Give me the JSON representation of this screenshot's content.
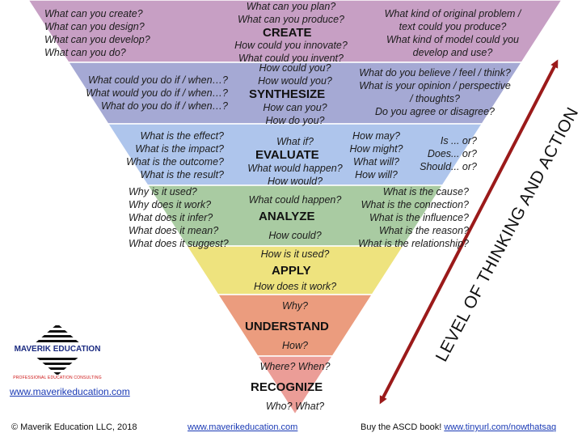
{
  "colors": {
    "create": "#c79fc4",
    "synthesize": "#a5a9d4",
    "evaluate": "#aec5ec",
    "analyze": "#a9cba2",
    "apply": "#eee37e",
    "understand": "#eb9c7e",
    "recognize": "#eb9d97",
    "arrow": "#9b1a1a",
    "link": "#1a3ab5"
  },
  "levels": [
    {
      "id": "create",
      "name": "CREATE",
      "above": [
        "What can you plan?",
        "What can you produce?"
      ],
      "below": [
        "How could you innovate?",
        "What could you invent?"
      ],
      "left": [
        "What can you create?",
        "What can you design?",
        "What can you develop?",
        "What can you do?"
      ],
      "right": [
        "What kind of original problem /",
        "text could you produce?",
        "What kind of model could you",
        "develop and use?"
      ]
    },
    {
      "id": "synthesize",
      "name": "SYNTHESIZE",
      "above": [
        "How could you?",
        "How would you?"
      ],
      "below": [
        "How can you?",
        "How do you?"
      ],
      "left": [
        "What could you do if / when…?",
        "What would you do if / when…?",
        "What do you do if / when…?"
      ],
      "right": [
        "What do you believe / feel / think?",
        "What is your opinion / perspective",
        "/ thoughts?",
        "Do you agree or disagree?"
      ]
    },
    {
      "id": "evaluate",
      "name": "EVALUATE",
      "above": [
        "What if?"
      ],
      "below": [
        "What would happen?",
        "How would?"
      ],
      "left": [
        "What is the effect?",
        "What is the impact?",
        "What is the outcome?",
        "What is the result?"
      ],
      "right": [
        "How may?",
        "How might?",
        "What will?",
        "How will?"
      ],
      "right2": [
        "Is ... or?",
        "Does... or?",
        "Should... or?"
      ]
    },
    {
      "id": "analyze",
      "name": "ANALYZE",
      "above": [
        "What could happen?"
      ],
      "below": [
        "How could?"
      ],
      "left": [
        "Why is it used?",
        "Why does it work?",
        "What does it infer?",
        "What does it mean?",
        "What does it suggest?"
      ],
      "right": [
        "What is the cause?",
        "What is the connection?",
        "What is the influence?",
        "What is the reason?",
        "What is the relationship?"
      ]
    },
    {
      "id": "apply",
      "name": "APPLY",
      "above": [
        "How is it used?"
      ],
      "below": [
        "How does it work?"
      ]
    },
    {
      "id": "understand",
      "name": "UNDERSTAND",
      "above": [
        "Why?"
      ],
      "below": [
        "How?"
      ]
    },
    {
      "id": "recognize",
      "name": "RECOGNIZE",
      "above": [
        "Where?  When?"
      ],
      "below": [
        "Who? What?"
      ]
    }
  ],
  "axis_label": "LEVEL OF THINKING AND ACTION",
  "logo": {
    "name": "MAVERIK EDUCATION",
    "tagline": "PROFESSIONAL EDUCATION CONSULTING"
  },
  "website": "www.maverikeducation.com",
  "footer": {
    "copyright": "© Maverik Education LLC, 2018",
    "website": "www.maverikeducation.com",
    "book_text": "Buy the ASCD book!",
    "book_link": "www.tinyurl.com/nowthatsaq"
  }
}
